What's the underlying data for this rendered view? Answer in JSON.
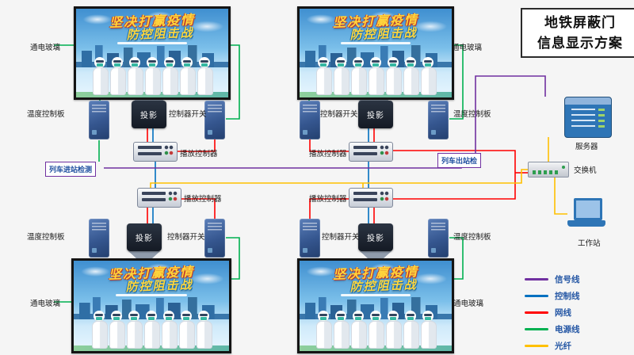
{
  "header": {
    "title_line1": "地铁屏蔽门",
    "title_line2": "信息显示方案"
  },
  "poster": {
    "slogan_line1": "坚决打赢疫情",
    "slogan_line2": "防控阻击战"
  },
  "labels": {
    "powered_glass": "通电玻璃",
    "temp_control_board": "温度控制板",
    "projector": "投影",
    "controller_switch": "控制器开关",
    "playback_controller": "播放控制器",
    "train_arrival_detect": "列车进站检测",
    "train_departure_detect": "列车出站检",
    "server": "服务器",
    "network_switch": "交换机",
    "workstation": "工作站"
  },
  "legend": {
    "items": [
      {
        "label": "信号线",
        "color": "#7030a0"
      },
      {
        "label": "控制线",
        "color": "#0070c0"
      },
      {
        "label": "网线",
        "color": "#ff0000"
      },
      {
        "label": "电源线",
        "color": "#00b050"
      },
      {
        "label": "光纤",
        "color": "#ffc000"
      }
    ]
  },
  "colors": {
    "signal": "#7030a0",
    "control": "#0070c0",
    "network": "#ff0000",
    "power": "#00b050",
    "fiber": "#ffc000"
  }
}
